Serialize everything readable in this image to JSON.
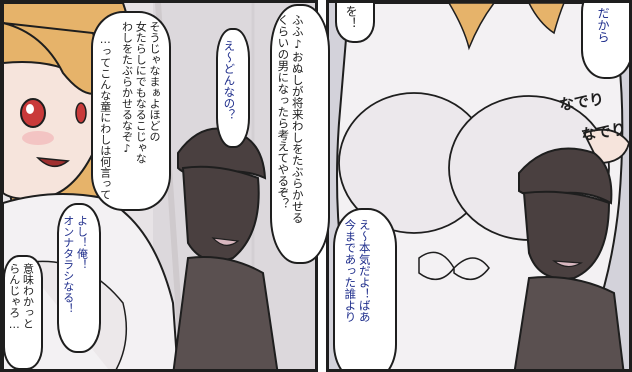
{
  "panels": {
    "left": {
      "dialogue": {
        "girl_line_1": "そうじゃなまぁよほどの\n女たらしにでもなるこじゃな\nわしをたぶらかせるなぞ♪",
        "girl_line_2": "…ってこんな童にわしは何言って",
        "boy_reply": "よし！俺！\nオンナタラシなる！",
        "girl_retort": "意味わかっと\nらんじゃろ…"
      }
    },
    "middle": {
      "dialogue": {
        "girl_tease": "ふふ♪おぬしが将来わしをたぶらかせる\nくらいの男になったら考えてやるぞ？",
        "boy_question": "え～どんなの？"
      }
    },
    "right": {
      "dialogue": {
        "top_fragment_1": "を！",
        "top_fragment_2": "だから",
        "boy_promise": "え～本気だよ！ばあ\n今まであった誰より"
      },
      "sound_effects": [
        "なでり",
        "なでり"
      ]
    }
  },
  "colors": {
    "border": "#1e1e1e",
    "narration_blue": "#1f2e8c",
    "hair_blonde": "#e6b36a",
    "skin": "#f6e4dc",
    "boy_skin": "#4a4040",
    "clothes": "#f3f1f3"
  }
}
